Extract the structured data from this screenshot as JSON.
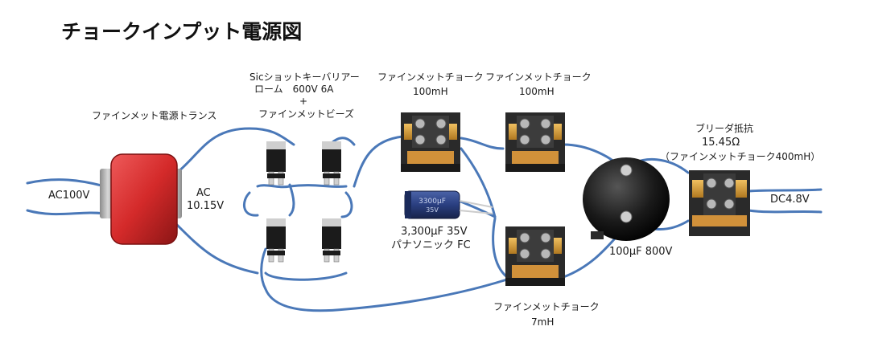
{
  "title": "チョークインプット電源図",
  "labels": {
    "transformer": "ファインメット電源トランス",
    "ac_in": "AC100V",
    "ac_out_1": "AC",
    "ac_out_2": "10.15V",
    "diode_1": "Sicショットキーバリアー",
    "diode_2": "ローム　600V 6A",
    "diode_3": "+",
    "diode_4": "ファインメットビーズ",
    "choke1_1": "ファインメットチョーク",
    "choke1_2": "100mH",
    "choke2_1": "ファインメットチョーク",
    "choke2_2": "100mH",
    "cap1_1": "3,300μF 35V",
    "cap1_2": "パナソニック FC",
    "cap1_marking_1": "3300μF",
    "cap1_marking_2": "35V",
    "choke3_1": "ファインメットチョーク",
    "choke3_2": "7mH",
    "cap2": "100μF 800V",
    "bleeder_1": "ブリーダ抵抗",
    "bleeder_2": "15.45Ω",
    "bleeder_3": "（ファインメットチョーク400mH）",
    "dc_out": "DC4.8V"
  },
  "colors": {
    "wire": "#4a78b8",
    "transformer": "#d42a2a",
    "transformer_bracket": "#a8a8a8",
    "choke_core": "#2a2a2a",
    "choke_winding": "#d9a23a",
    "capacitor_blue": "#2a3f80",
    "capacitor_black": "#161616",
    "diode_body": "#1b1b1b"
  },
  "icons": {
    "transformer": "power-transformer",
    "diode": "to220-diode",
    "choke": "choke-inductor",
    "capacitor": "electrolytic-capacitor",
    "bleeder": "bleeder-choke"
  }
}
